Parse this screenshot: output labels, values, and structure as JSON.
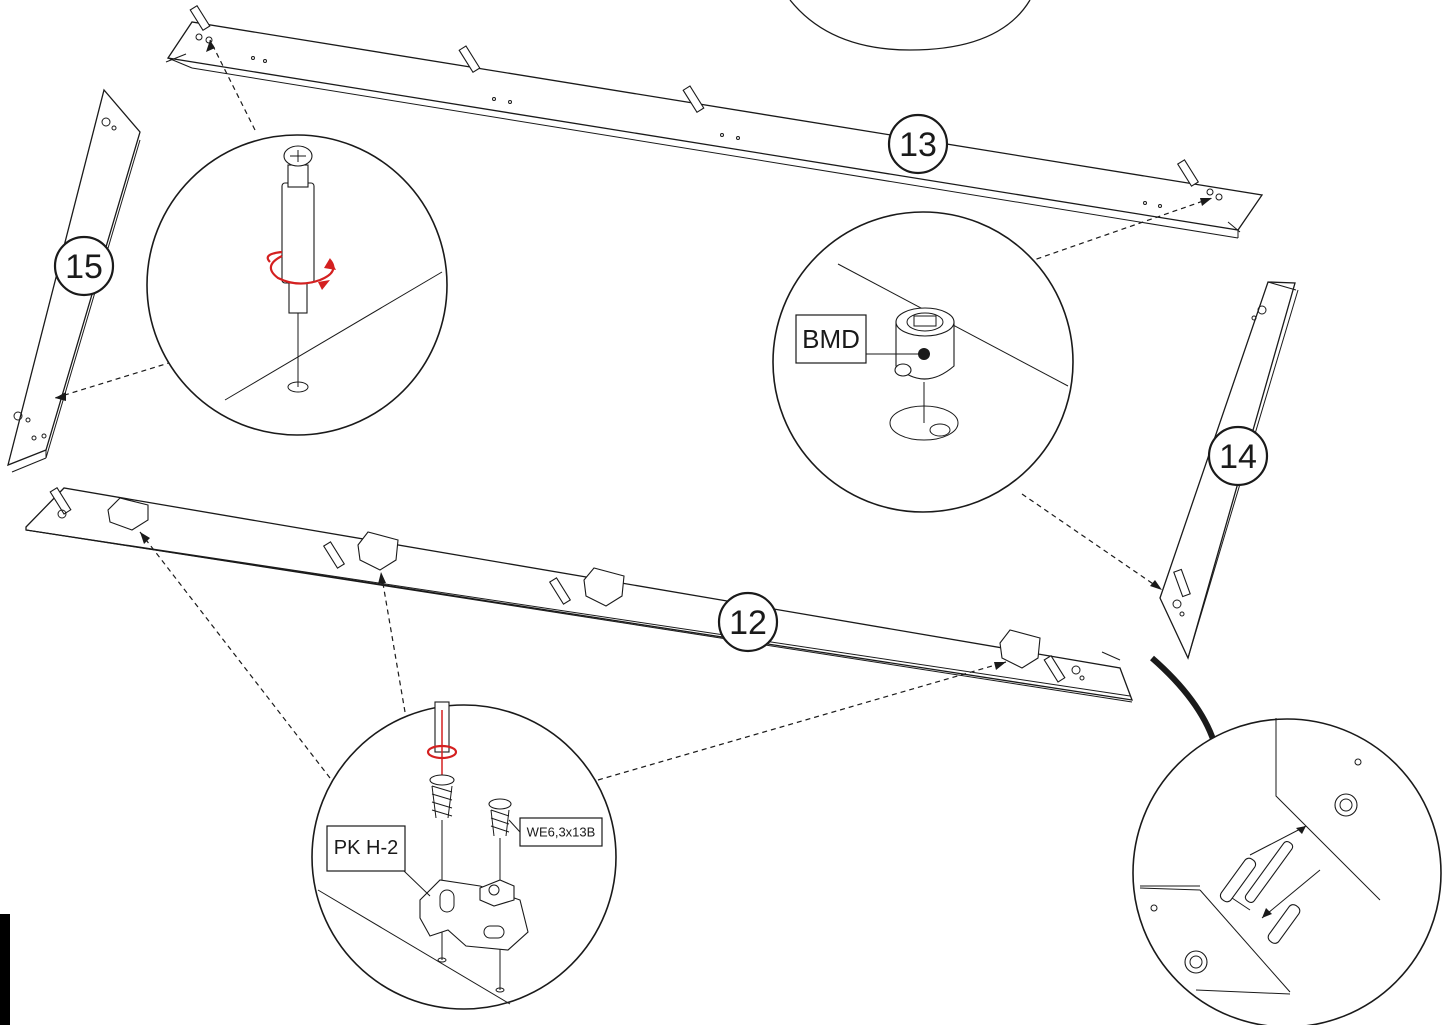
{
  "parts": {
    "p12": "12",
    "p13": "13",
    "p14": "14",
    "p15": "15"
  },
  "labels": {
    "bmd": "BMD",
    "pk_h2": "PK H-2",
    "we": "WE6,3x13B"
  },
  "colors": {
    "line": "#1a1a1a",
    "rotation_arrow": "#d42020"
  },
  "icons": [
    "rotation-arrow-icon",
    "cam-lock-icon",
    "hinge-plate-icon",
    "screw-icon",
    "dowel-icon"
  ]
}
